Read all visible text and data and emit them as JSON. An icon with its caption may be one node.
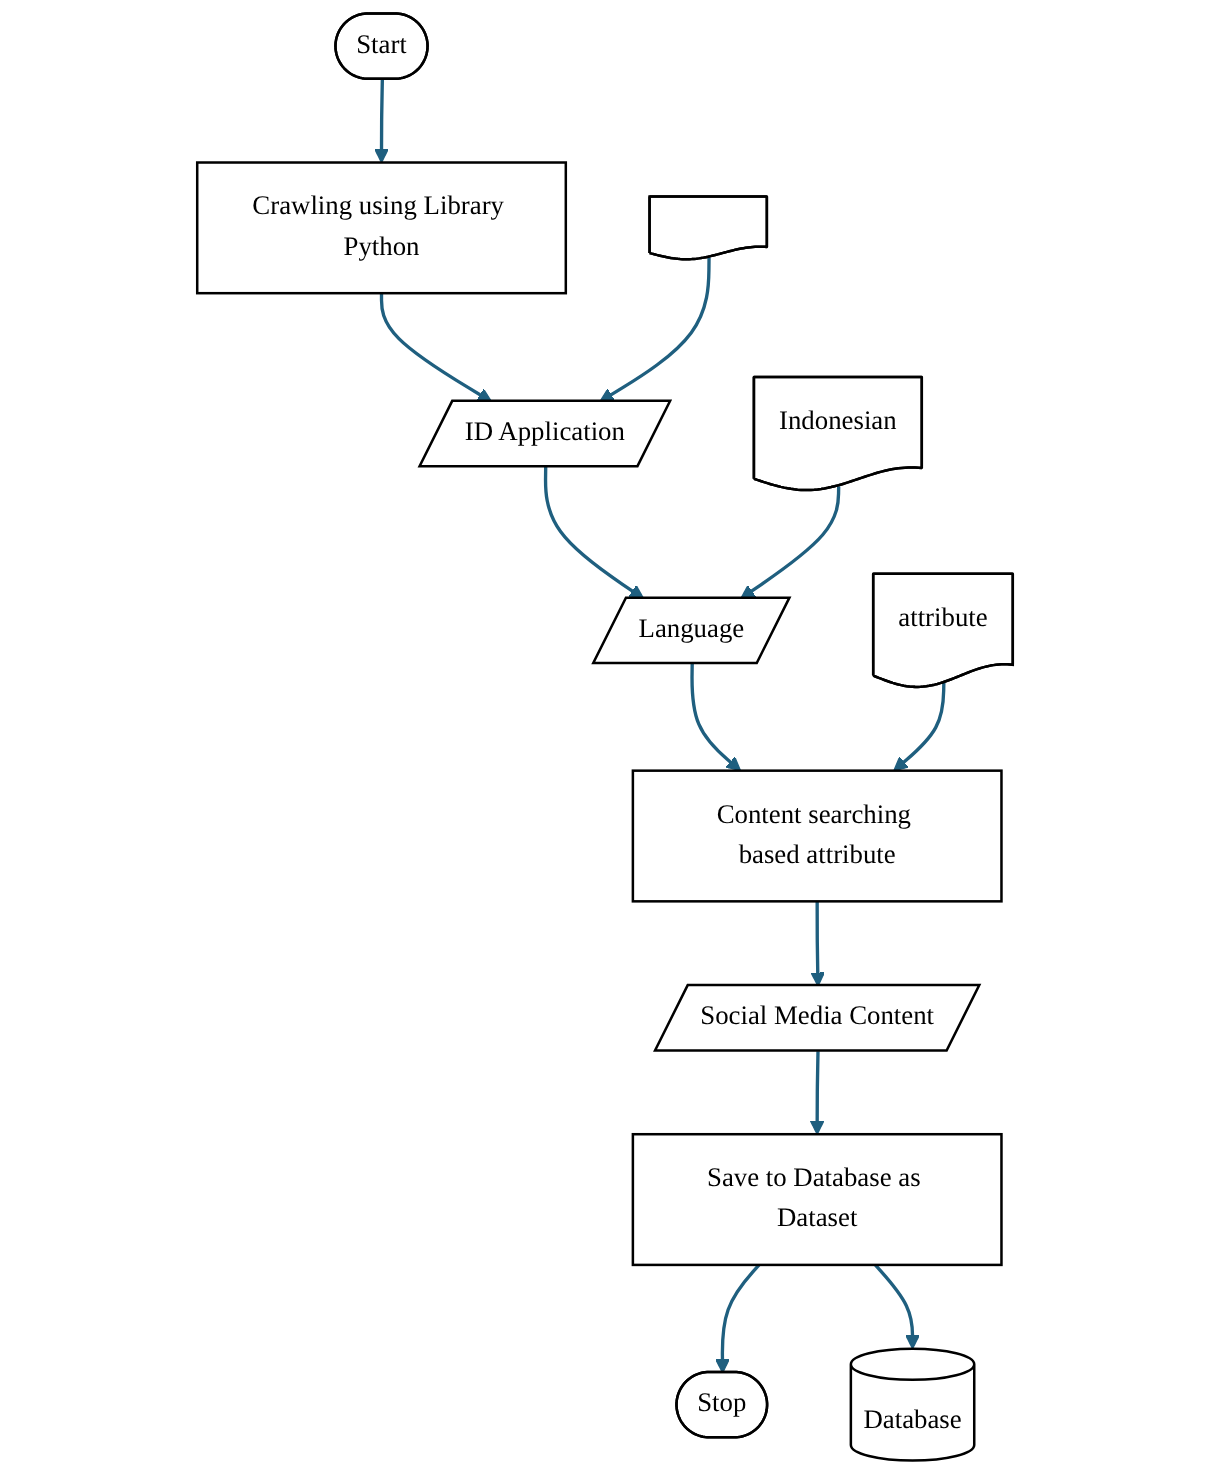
{
  "diagram": {
    "nodes": [
      {
        "text": [
          "Start"
        ]
      },
      {
        "text": [
          "Crawling using Library Python"
        ]
      },
      {
        "text": [
          "ID Application"
        ]
      },
      {
        "text": [
          "Language"
        ]
      },
      {
        "text": [
          "Content searching based attribute"
        ]
      },
      {
        "text": [
          "Social Media Content"
        ]
      },
      {
        "text": [
          "Save to Database as Dataset"
        ]
      },
      {
        "text": [
          "Stop"
        ]
      },
      {
        "text": [],
        "shape": "document"
      },
      {
        "text": [
          "Indonesian"
        ]
      },
      {
        "text": [
          "attribute"
        ]
      },
      {
        "text": [
          "Database"
        ]
      }
    ],
    "edges": [
      {
        "from": 0,
        "to": 1,
        "arrow": "to"
      },
      {
        "from": 1,
        "to": 2,
        "arrow": "to"
      },
      {
        "from": 2,
        "to": 3,
        "arrow": "to"
      },
      {
        "from": 3,
        "to": 4,
        "arrow": "to"
      },
      {
        "from": 4,
        "to": 5,
        "arrow": "to"
      },
      {
        "from": 5,
        "to": 6,
        "arrow": "to"
      },
      {
        "from": 6,
        "to": 7,
        "arrow": "to"
      },
      {
        "from": 8,
        "to": 2,
        "arrow": "to"
      },
      {
        "from": 9,
        "to": 3,
        "arrow": "to"
      },
      {
        "from": 10,
        "to": 4,
        "arrow": "to"
      },
      {
        "from": 6,
        "to": 11,
        "arrow": "to"
      }
    ]
  }
}
